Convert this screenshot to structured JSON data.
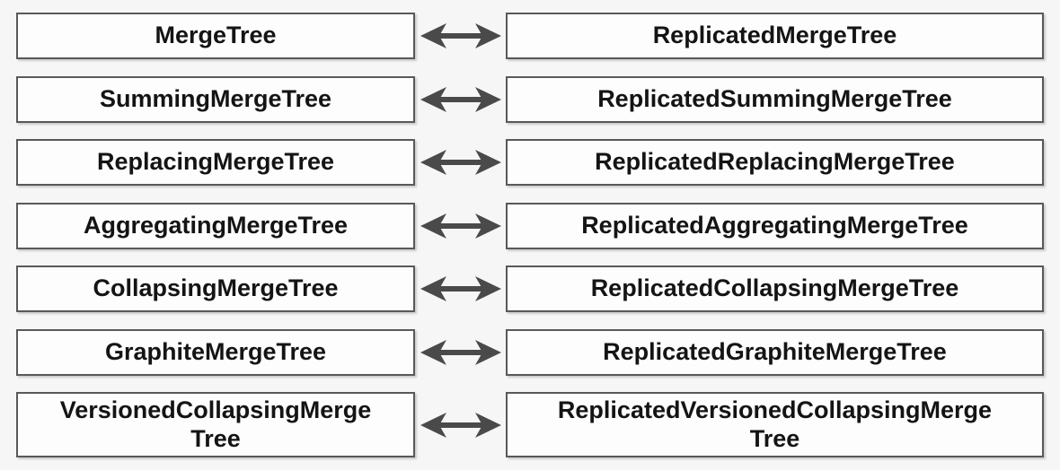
{
  "rows": [
    {
      "left": "MergeTree",
      "right": "ReplicatedMergeTree"
    },
    {
      "left": "SummingMergeTree",
      "right": "ReplicatedSummingMergeTree"
    },
    {
      "left": "ReplacingMergeTree",
      "right": "ReplicatedReplacingMergeTree"
    },
    {
      "left": "AggregatingMergeTree",
      "right": "ReplicatedAggregatingMergeTree"
    },
    {
      "left": "CollapsingMergeTree",
      "right": "ReplicatedCollapsingMergeTree"
    },
    {
      "left": "GraphiteMergeTree",
      "right": "ReplicatedGraphiteMergeTree"
    },
    {
      "left": "VersionedCollapsingMerge\nTree",
      "right": "ReplicatedVersionedCollapsingMerge\nTree"
    }
  ],
  "arrow": {
    "icon": "double-arrow-icon",
    "meaning": "left-right-arrow",
    "color": "#4a4a4a"
  },
  "colors": {
    "background": "#f6f6f6",
    "box_fill": "#fdfdfd",
    "box_border": "#595959",
    "text": "#141414"
  }
}
